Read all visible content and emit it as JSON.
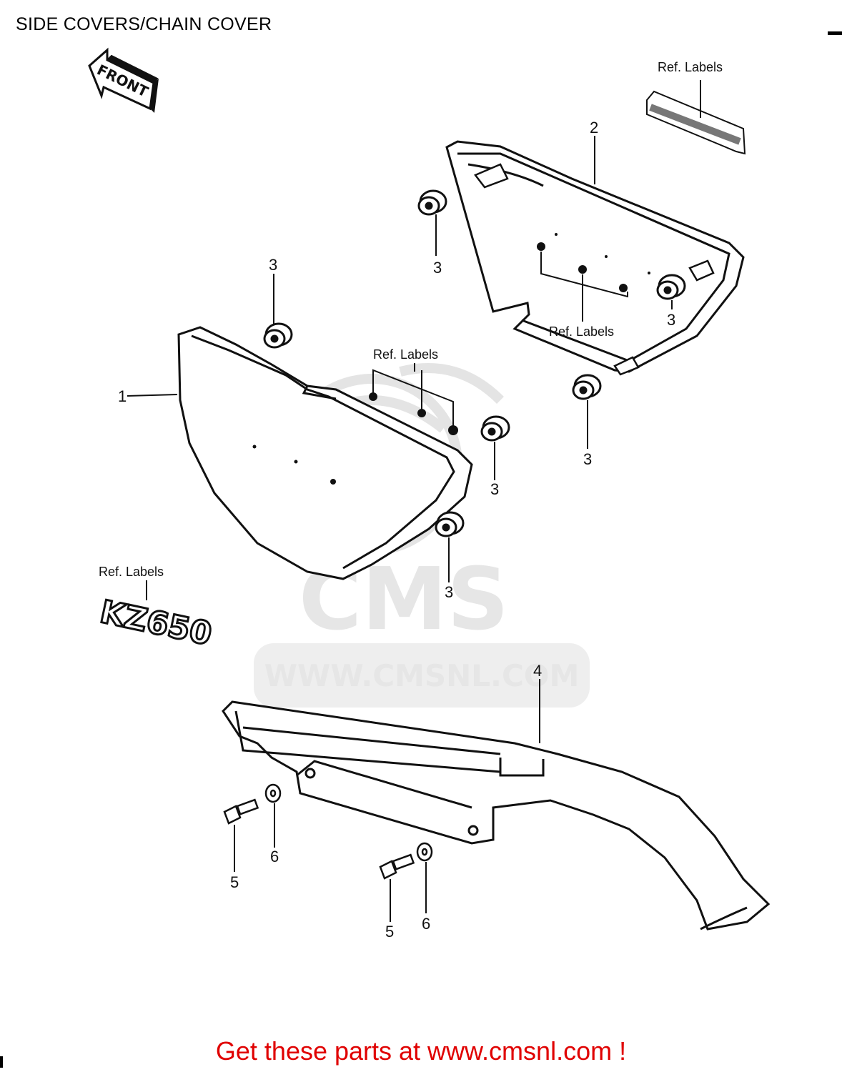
{
  "page": {
    "title": "SIDE COVERS/CHAIN COVER",
    "footer_link": "Get these parts at www.cmsnl.com !"
  },
  "watermark": {
    "logo_text": "CMS",
    "url_text": "WWW.CMSNL.COM"
  },
  "front_arrow": {
    "label": "FRONT",
    "icon": "front-arrow-icon"
  },
  "labels": {
    "ref_labels": "Ref. Labels",
    "emblem_text": "KZ650"
  },
  "callouts": [
    "1",
    "2",
    "3",
    "3",
    "3",
    "3",
    "3",
    "3",
    "4",
    "5",
    "5",
    "6",
    "6"
  ],
  "colors": {
    "footer": "#e00000",
    "watermark": "#e6e6e6",
    "line": "#111111"
  }
}
